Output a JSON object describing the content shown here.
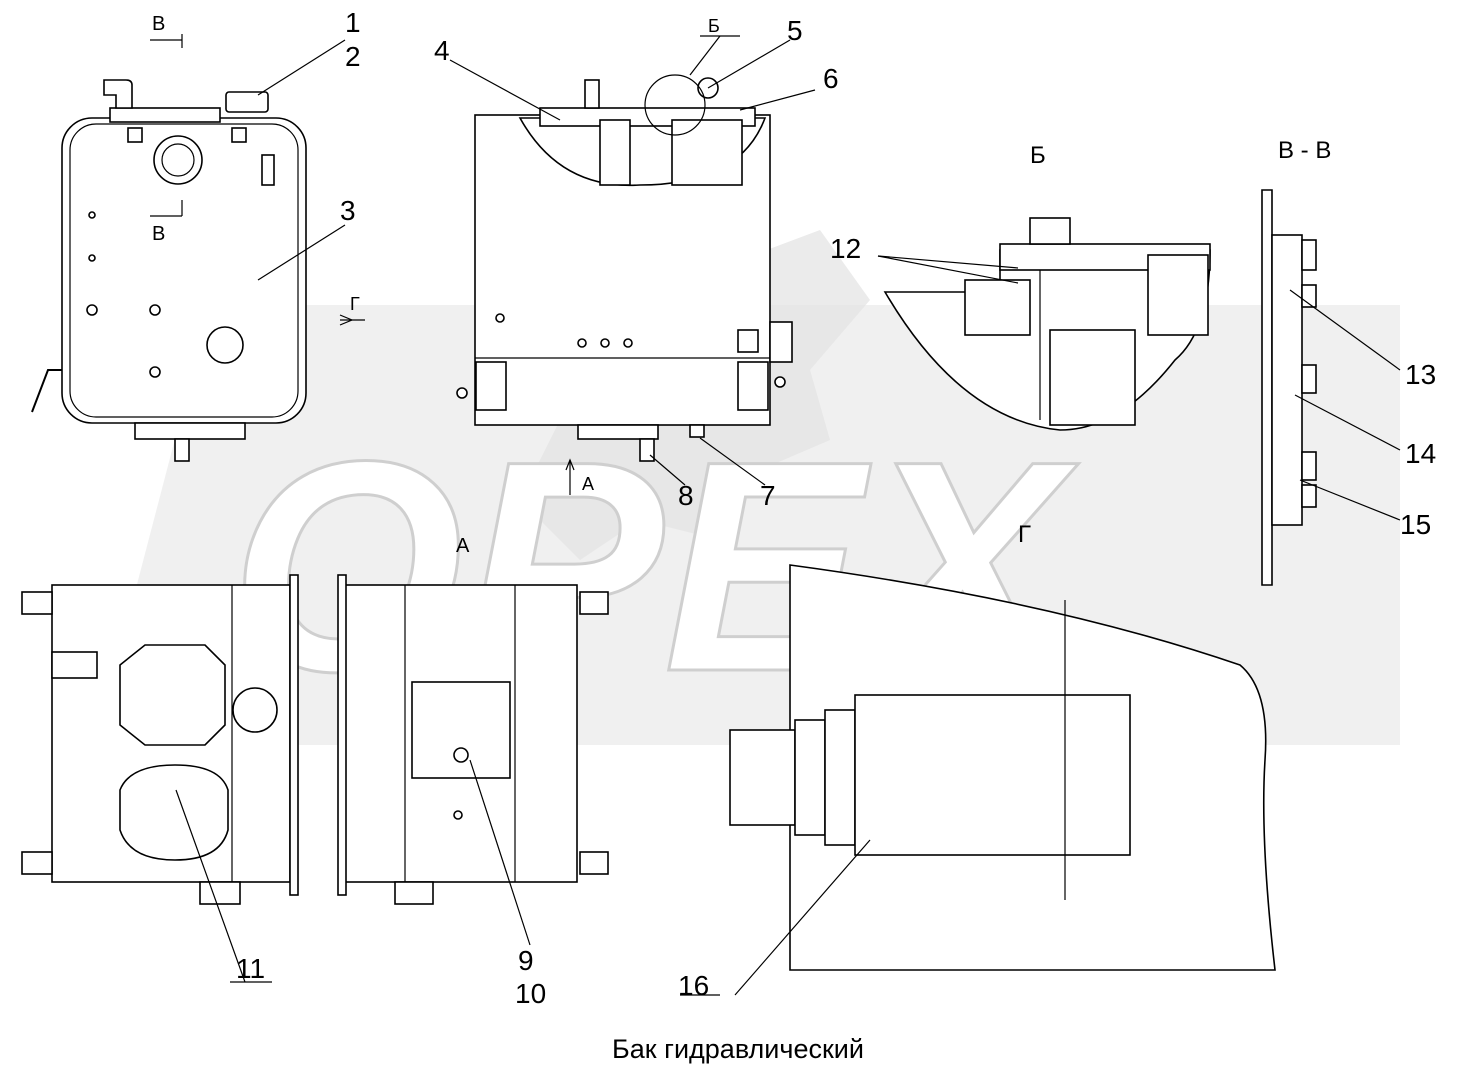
{
  "caption": "Бак гидравлический",
  "watermark": "OPEX",
  "section_labels": {
    "b_top": "В",
    "b_bottom": "В",
    "view_b_small": "Б",
    "view_b": "Б",
    "section_vv": "В - В",
    "arrow_g": "Г",
    "view_g": "Г",
    "arrow_a": "А",
    "view_a": "А"
  },
  "callouts": [
    "1",
    "2",
    "3",
    "4",
    "5",
    "6",
    "7",
    "8",
    "9",
    "10",
    "11",
    "12",
    "13",
    "14",
    "15",
    "16"
  ],
  "colors": {
    "line": "#000000",
    "watermark": "#e3e3e3",
    "background": "#ffffff"
  }
}
